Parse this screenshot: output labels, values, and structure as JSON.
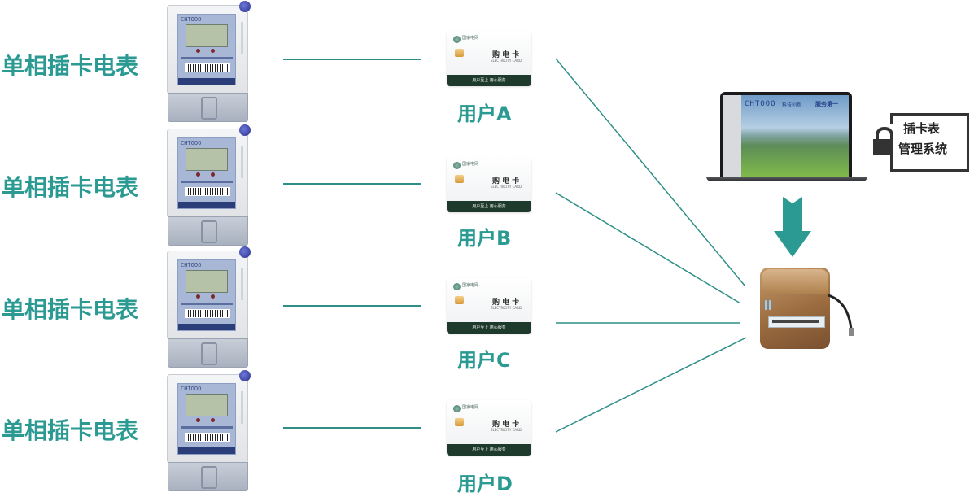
{
  "meters": [
    {
      "label": "单相插卡电表",
      "brand": "CHTOOO"
    },
    {
      "label": "单相插卡电表",
      "brand": "CHTOOO"
    },
    {
      "label": "单相插卡电表",
      "brand": "CHTOOO"
    },
    {
      "label": "单相插卡电表",
      "brand": "CHTOOO"
    }
  ],
  "cards": [
    {
      "user": "用户A",
      "org": "国家电网",
      "title": "购 电 卡",
      "subtitle": "ELECTRICITY CARD",
      "band": "用户至上  用心服务"
    },
    {
      "user": "用户B",
      "org": "国家电网",
      "title": "购 电 卡",
      "subtitle": "ELECTRICITY CARD",
      "band": "用户至上  用心服务"
    },
    {
      "user": "用户C",
      "org": "国家电网",
      "title": "购 电 卡",
      "subtitle": "ELECTRICITY CARD",
      "band": "用户至上  用心服务"
    },
    {
      "user": "用户D",
      "org": "国家电网",
      "title": "购 电 卡",
      "subtitle": "ELECTRICITY CARD",
      "band": "用户至上  用心服务"
    }
  ],
  "laptop": {
    "screen_brand": "CHTOOO",
    "screen_text1": "科技创新",
    "screen_text2": "服务第一"
  },
  "system": {
    "line1": "插卡表",
    "line2": "管理系统",
    "icon": "lock-icon"
  },
  "colors": {
    "accent": "#2a9a92",
    "line": "#2f8f87",
    "arrow": "#2a9a92"
  }
}
